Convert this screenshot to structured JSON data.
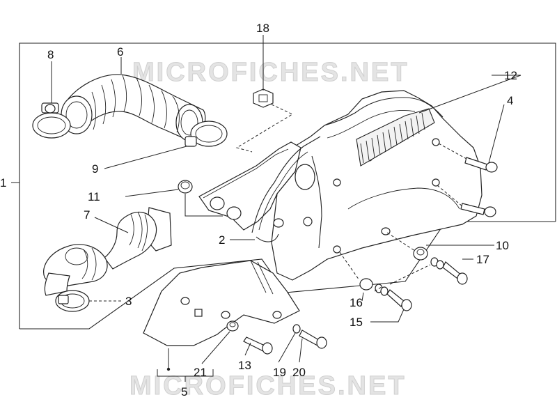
{
  "watermark": {
    "text": "MICROFICHES.NET"
  },
  "callouts": {
    "n1": "1",
    "n2": "2",
    "n3": "3",
    "n4": "4",
    "n5": "5",
    "n6": "6",
    "n7": "7",
    "n8": "8",
    "n9": "9",
    "n10": "10",
    "n11": "11",
    "n12": "12",
    "n13": "13",
    "n15": "15",
    "n16": "16",
    "n17": "17",
    "n18": "18",
    "n19": "19",
    "n20": "20",
    "n21": "21"
  }
}
